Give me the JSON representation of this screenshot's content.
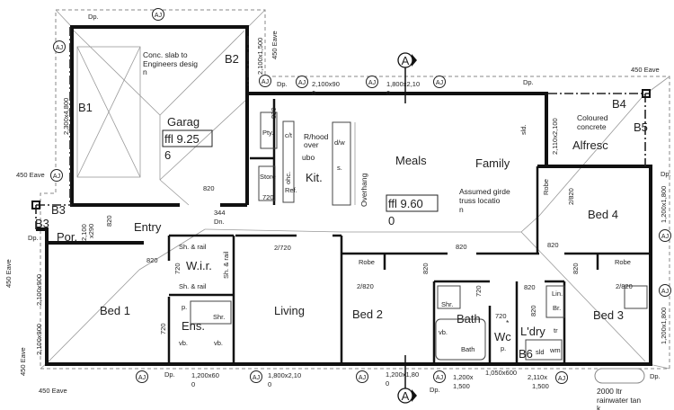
{
  "rooms": [
    "Garag",
    "Meals",
    "Family",
    "Alfresc",
    "Bed 4",
    "Kit.",
    "Entry",
    "Por.",
    "W.i.r.",
    "Ens.",
    "Bed 1",
    "Living",
    "Bed 2",
    "Bath",
    "Wc",
    "L'dry",
    "Bed 3"
  ],
  "beams": [
    "B1",
    "B2",
    "B3",
    "B3",
    "B4",
    "B5",
    "B6"
  ],
  "floor_levels": [
    {
      "label": "ffl 9.25",
      "suffix": "6"
    },
    {
      "label": "ffl 9.60",
      "suffix": "0"
    }
  ],
  "notes": {
    "slab": [
      "Conc. slab to",
      "Engineers desig",
      "n"
    ],
    "girder": [
      "Assumed girde",
      "truss locatio",
      "n"
    ],
    "alfresco": [
      "Coloured",
      "concrete"
    ],
    "rangehood": [
      "R/hood",
      "over",
      "ubo"
    ],
    "overhang": "Overhang",
    "tank": [
      "2000 ltr",
      "rainwater tan",
      "k"
    ]
  },
  "fixtures": [
    "Pty.",
    "c/t",
    "ohc.",
    "Store",
    "Ref.",
    "d/w",
    "s.",
    "Robe",
    "2/820",
    "Sh. & rail",
    "Sh. & rail",
    "Sh. & rail",
    "p.",
    "Shr.",
    "vb.",
    "vb.",
    "Robe",
    "2/820",
    "Robe",
    "2/820",
    "Shr.",
    "vb.",
    "Bath",
    "*",
    "p.",
    "Lin.",
    "Br.",
    "tr",
    "wm",
    "sld",
    "sld."
  ],
  "doors": [
    "820",
    "820",
    "720",
    "344",
    "Dn.",
    "820",
    "820",
    "720",
    "720",
    "2/720",
    "820",
    "820",
    "820",
    "720",
    "720",
    "820",
    "820",
    "820",
    "2,100",
    "x290"
  ],
  "windows": [
    "2,100x1,500",
    "2,300x4,800",
    "2,100x90",
    "0",
    "1,800x2,10",
    "0",
    "2,110x2,100",
    "1,200x1,800",
    "1,200x1,800",
    "2,100x900",
    "2,100x900",
    "1,200x60",
    "0",
    "1,800x2,10",
    "0",
    "1,200x1,80",
    "0",
    "1,200x",
    "1,500",
    "1,050x600",
    "2,110x",
    "1,500"
  ],
  "eaves": [
    "450 Eave",
    "450 Eave",
    "450 Eave",
    "450 Eave",
    "450 Eave",
    "450 Eave"
  ],
  "downpipe": "Dp.",
  "article_joint": "AJ",
  "section_marker": "A"
}
